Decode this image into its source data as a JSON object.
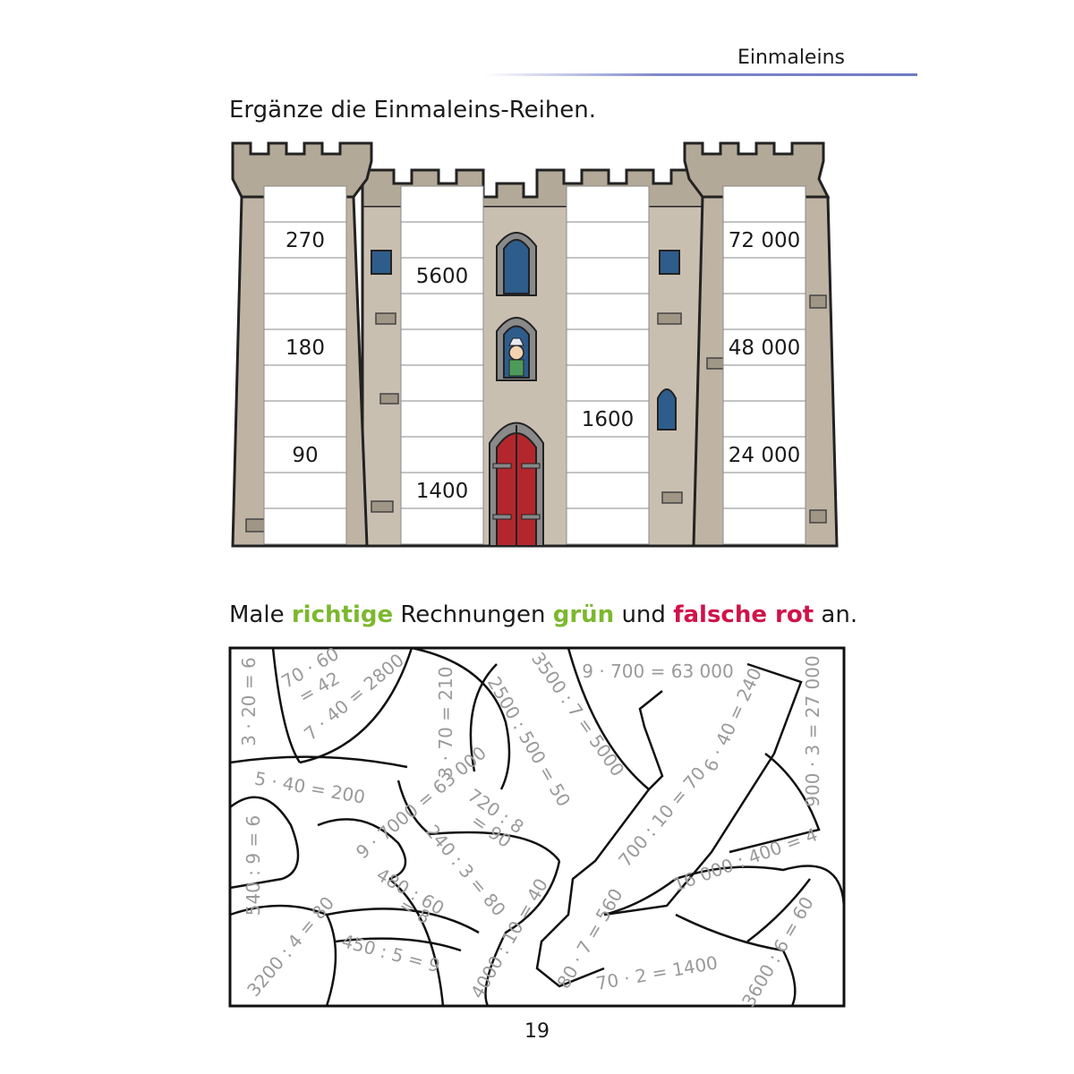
{
  "header": {
    "title": "Einmaleins"
  },
  "instructions": {
    "first": "Ergänze die Einmaleins-Reihen.",
    "second": {
      "part1": "Male ",
      "green_word": "richtige",
      "part2": " Rechnungen ",
      "green_word2": "grün",
      "part3": " und ",
      "red_word": "falsche rot",
      "part4": " an."
    }
  },
  "columns": [
    {
      "cells": [
        "",
        "270",
        "",
        "",
        "180",
        "",
        "",
        "90",
        "",
        ""
      ]
    },
    {
      "cells": [
        "",
        "",
        "5600",
        "",
        "",
        "",
        "",
        "",
        "1400",
        ""
      ]
    },
    {
      "cells": [
        "",
        "",
        "",
        "",
        "",
        "",
        "1600",
        "",
        "",
        ""
      ]
    },
    {
      "cells": [
        "",
        "72 000",
        "",
        "",
        "48 000",
        "",
        "",
        "24 000",
        "",
        ""
      ]
    }
  ],
  "equations": [
    "3 · 20 = 6",
    "70 · 60",
    "= 42",
    "7 · 40 = 2800",
    "3 · 70 = 210",
    "2500 : 500 = 50",
    "3500 : 7 = 5000",
    "9 · 700 = 63 000",
    "6 · 40 = 240",
    "900 · 3 = 27 000",
    "5 · 40 = 200",
    "9 · 7000 = 63 000",
    "720 : 8",
    "= 90",
    "700 : 10 = 70",
    "540 : 9 = 6",
    "240 : 3 = 80",
    "480 : 60",
    "= 8",
    "16 000 : 400 = 4",
    "3200 : 4 = 80",
    "450 : 5 = 9",
    "4000 : 10 = 40",
    "80 · 7 = 560",
    "70 · 2 = 1400",
    "3600 : 6 = 60"
  ],
  "colors": {
    "green": "#7cb82f",
    "red": "#d0134a",
    "stone": "#c9bfb1",
    "door": "#b3272c",
    "window": "#2e5d8c"
  },
  "page_number": "19"
}
